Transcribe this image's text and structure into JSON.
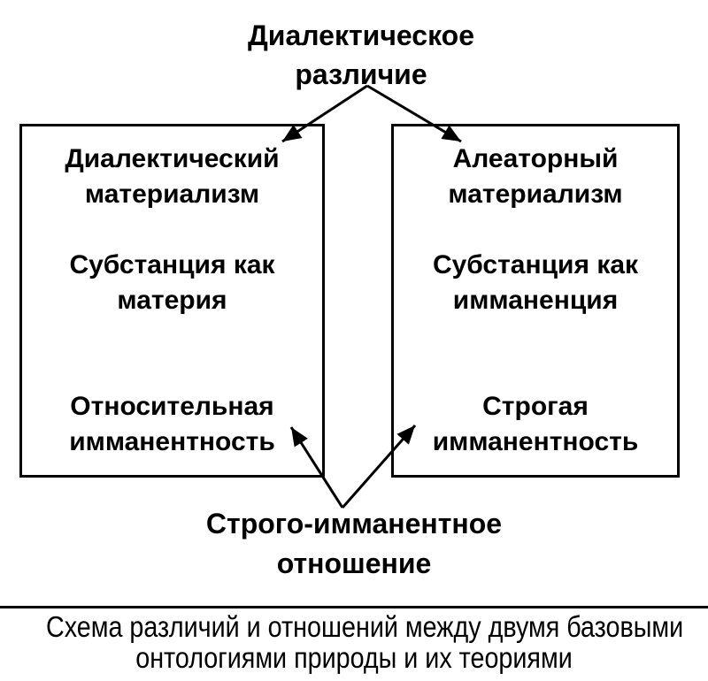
{
  "colors": {
    "ink": "#000000",
    "background": "#ffffff"
  },
  "top_label": {
    "lines": [
      "Диалектическое",
      "различие"
    ]
  },
  "boxes": {
    "left": {
      "sections": [
        {
          "lines": [
            "Диалектический",
            "материализм"
          ]
        },
        {
          "lines": [
            "Субстанция как",
            "материя"
          ]
        },
        {
          "lines": [
            "Относительная",
            "имманентность"
          ]
        }
      ]
    },
    "right": {
      "sections": [
        {
          "lines": [
            "Алеаторный",
            "материализм"
          ]
        },
        {
          "lines": [
            "Субстанция как",
            "имманенция"
          ]
        },
        {
          "lines": [
            "Строгая",
            "имманентность"
          ]
        }
      ]
    }
  },
  "bottom_label": {
    "lines": [
      "Строго-имманентное",
      "отношение"
    ]
  },
  "caption": {
    "lines": [
      "Схема различий и отношений между двумя базовыми",
      "онтологиями природы и их теориями"
    ]
  }
}
